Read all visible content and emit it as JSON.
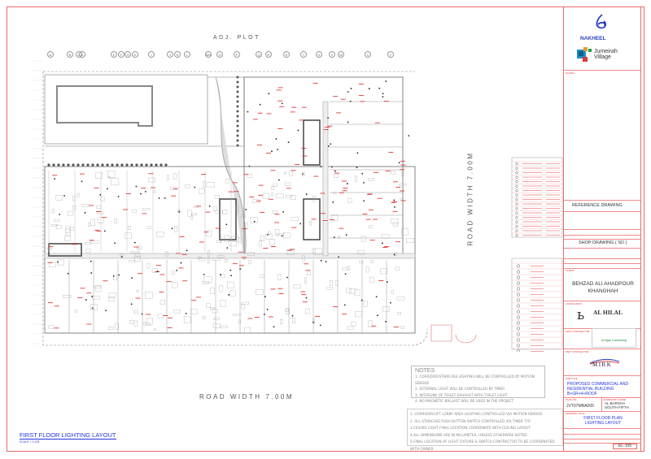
{
  "drawing": {
    "top_label": "ADJ. PLOT",
    "bottom_label": "ROAD WIDTH 7.00M",
    "right_label": "ROAD WIDTH 7.00M",
    "grid_columns": [
      "A",
      "B",
      "C",
      "D",
      "E",
      "F",
      "G",
      "H",
      "I",
      "J",
      "K",
      "L",
      "MN",
      "O",
      "P",
      "Q",
      "R",
      "S",
      "T",
      "U",
      "V",
      "W",
      "X",
      "Y"
    ],
    "title": "FIRST FLOOR LIGHTING LAYOUT",
    "scale": "SCALE = 1:125"
  },
  "notes": {
    "heading": "NOTES",
    "items": [
      "1. CORRIDOR/STAIRCASE LIGHTING WILL BE CONTROLLED BY MOTION SENSOR",
      "2. EXTERNAL LIGHT WILL BE CONTROLLED BY TIMER",
      "3. INTERLINK OF TOILET EXHAUST WITH TOILET LIGHT",
      "4. NO MAGNETIC BALLAST WILL BE USED IN THE PROJECT"
    ]
  },
  "general_notes": [
    "1. CORRIDOR/LIFT LOBBY AREA LIGHTING CONTROLLED VIA MOTION SENSOR",
    "2. ALL STAIRCASE PUSH BUTTON SWITCH CONTROLLED VIA TIMER TYP.",
    "3.CEILING LIGHT FINAL LOCATION COORDINATE WITH CEILING LAYOUT",
    "4.ALL DIMENSIONS ARE IN MILLIMETER, UNLESS OTHERWISE NOTED.",
    "5.FINAL LOCATION OF LIGHT FIXTURE & SWITCH CONTRACTOR TO BE COORDINATED WITH OWNER"
  ],
  "title_block": {
    "client_logo": "NAKHEEL",
    "community_logo": "Jumeirah Village",
    "notes_label": "NOTES:-",
    "reference_drawing": "REFERENCE DRAWING",
    "shop_drawing": "SHOP DRAWING ( SD )",
    "client_label": "CLIENT:",
    "client_name": "BEHZAD ALI AHADPOUR KHANGHAH",
    "consultant_label": "CONSULTANT:",
    "consultant_name": "AL HILAL",
    "main_contractor_label": "MAIN CONTRACTOR:",
    "main_contractor_name": "Al-Ajyal Contracting",
    "mep_contractor_label": "MEP CONTRACTOR:",
    "mep_contractor_name": "MIRK",
    "job_title_label": "JOB TITLE:",
    "project_title": "PROPOSED COMMERCIAL AND RESIDENTIAL BUILDING B+GR+4+ROOF",
    "plot_label": "PLOT NO:",
    "plot_no": "JVT07MRA005",
    "community_label": "COMMUNITY NAME:",
    "community_name": "AL BARSHA SOUTH FIFTH",
    "drawing_title_label": "DRAWING TITLE:",
    "drawing_title": "FIRST FLOOR PLAN LIGHTING LAYOUT",
    "drawing_no": "EL-105",
    "accent_color": "#e86a6a",
    "title_color": "#2233dd"
  }
}
